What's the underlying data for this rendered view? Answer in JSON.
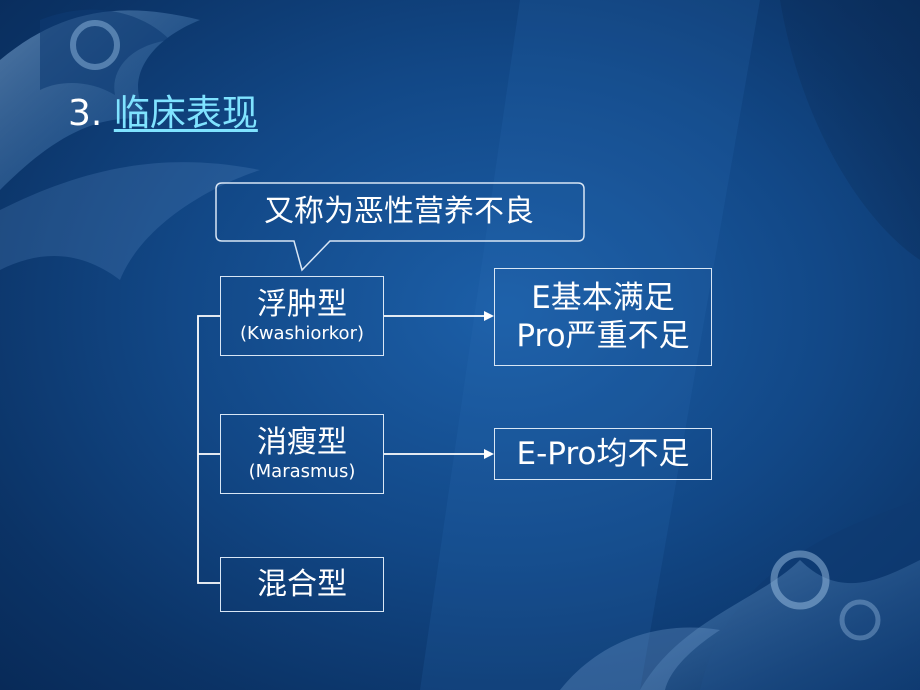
{
  "heading": {
    "number": "3.",
    "title": "临床表现"
  },
  "callout": {
    "text": "又称为恶性营养不良"
  },
  "types": [
    {
      "name": "浮肿型",
      "latin": "(Kwashiorkor)"
    },
    {
      "name": "消瘦型",
      "latin": "(Marasmus)"
    },
    {
      "name": "混合型"
    }
  ],
  "outcomes": [
    {
      "line1": "E基本满足",
      "line2": "Pro严重不足"
    },
    {
      "line1": "E-Pro均不足"
    }
  ],
  "colors": {
    "accent_link": "#7fe3ff",
    "text": "#ffffff",
    "bg": "#124887"
  }
}
